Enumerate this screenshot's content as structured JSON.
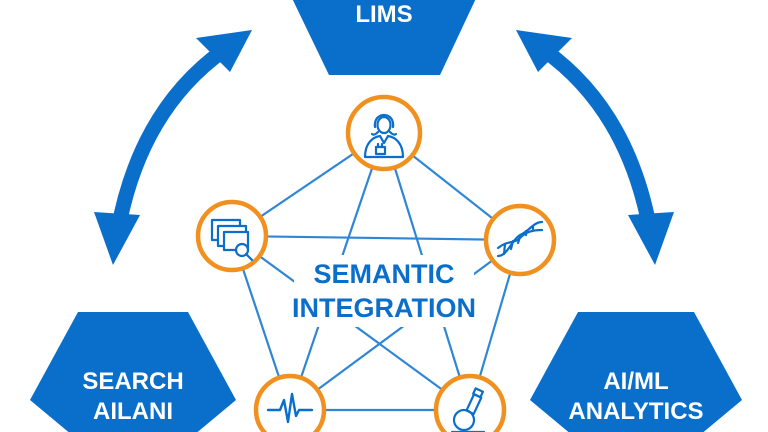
{
  "colors": {
    "blue": "#0a6ecb",
    "orange": "#f0901e",
    "line_blue": "#2f86d6",
    "white": "#ffffff"
  },
  "hexagons": {
    "top_label_line1": "LIMS",
    "left_label_line1": "SEARCH",
    "left_label_line2": "AILANI",
    "right_label_line1": "AI/ML",
    "right_label_line2": "ANALYTICS"
  },
  "center": {
    "line1": "SEMANTIC",
    "line2": "INTEGRATION"
  },
  "nodes": [
    {
      "icon": "scientist-icon"
    },
    {
      "icon": "dna-icon"
    },
    {
      "icon": "microscope-icon"
    },
    {
      "icon": "signal-wave-icon"
    },
    {
      "icon": "document-search-icon"
    }
  ],
  "arrows": [
    "double-arrow-left",
    "double-arrow-right"
  ]
}
